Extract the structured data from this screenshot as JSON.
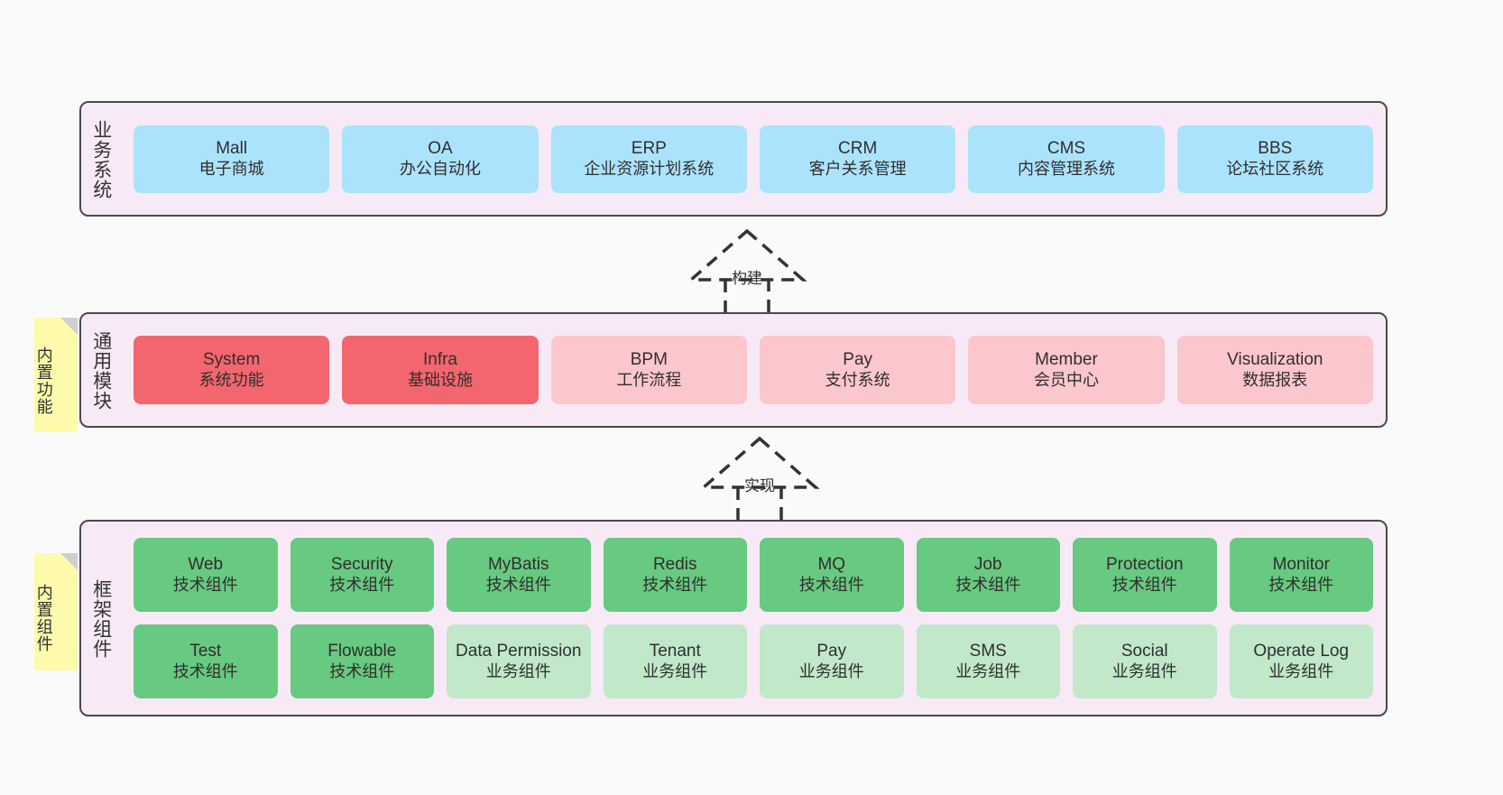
{
  "diagram": {
    "colors": {
      "panel_bg": "#f7eaf6",
      "panel_border": "#4a4a4a",
      "blue": "#ace3fc",
      "red": "#f4666f",
      "pink": "#fcc6cd",
      "green": "#68c981",
      "green_light": "#c0e8c9",
      "sticky_yellow": "#fdfbab",
      "sticky_fold": "#cfcfcf",
      "canvas_bg": "#fafafa"
    },
    "layers": [
      {
        "id": "business",
        "title": "业务系统",
        "rows": [
          {
            "cards": [
              {
                "title": "Mall",
                "sub": "电子商城",
                "color": "blue"
              },
              {
                "title": "OA",
                "sub": "办公自动化",
                "color": "blue"
              },
              {
                "title": "ERP",
                "sub": "企业资源计划系统",
                "color": "blue"
              },
              {
                "title": "CRM",
                "sub": "客户关系管理",
                "color": "blue"
              },
              {
                "title": "CMS",
                "sub": "内容管理系统",
                "color": "blue"
              },
              {
                "title": "BBS",
                "sub": "论坛社区系统",
                "color": "blue"
              }
            ]
          }
        ]
      },
      {
        "id": "common",
        "title": "通用模块",
        "sticky": "内置功能",
        "rows": [
          {
            "cards": [
              {
                "title": "System",
                "sub": "系统功能",
                "color": "red"
              },
              {
                "title": "Infra",
                "sub": "基础设施",
                "color": "red"
              },
              {
                "title": "BPM",
                "sub": "工作流程",
                "color": "pink"
              },
              {
                "title": "Pay",
                "sub": "支付系统",
                "color": "pink"
              },
              {
                "title": "Member",
                "sub": "会员中心",
                "color": "pink"
              },
              {
                "title": "Visualization",
                "sub": "数据报表",
                "color": "pink"
              }
            ]
          }
        ]
      },
      {
        "id": "framework",
        "title": "框架组件",
        "sticky": "内置组件",
        "rows": [
          {
            "cards": [
              {
                "title": "Web",
                "sub": "技术组件",
                "color": "green"
              },
              {
                "title": "Security",
                "sub": "技术组件",
                "color": "green"
              },
              {
                "title": "MyBatis",
                "sub": "技术组件",
                "color": "green"
              },
              {
                "title": "Redis",
                "sub": "技术组件",
                "color": "green"
              },
              {
                "title": "MQ",
                "sub": "技术组件",
                "color": "green"
              },
              {
                "title": "Job",
                "sub": "技术组件",
                "color": "green"
              },
              {
                "title": "Protection",
                "sub": "技术组件",
                "color": "green"
              },
              {
                "title": "Monitor",
                "sub": "技术组件",
                "color": "green"
              }
            ]
          },
          {
            "cards": [
              {
                "title": "Test",
                "sub": "技术组件",
                "color": "green"
              },
              {
                "title": "Flowable",
                "sub": "技术组件",
                "color": "green"
              },
              {
                "title": "Data Permission",
                "sub": "业务组件",
                "color": "green-light"
              },
              {
                "title": "Tenant",
                "sub": "业务组件",
                "color": "green-light"
              },
              {
                "title": "Pay",
                "sub": "业务组件",
                "color": "green-light"
              },
              {
                "title": "SMS",
                "sub": "业务组件",
                "color": "green-light"
              },
              {
                "title": "Social",
                "sub": "业务组件",
                "color": "green-light"
              },
              {
                "title": "Operate Log",
                "sub": "业务组件",
                "color": "green-light"
              }
            ]
          }
        ]
      }
    ],
    "connectors": [
      {
        "id": "build",
        "label": "构建",
        "style": "dashed-generalization",
        "from": "通用模块",
        "to": "业务系统"
      },
      {
        "id": "realize",
        "label": "实现",
        "style": "dashed-generalization",
        "from": "框架组件",
        "to": "通用模块"
      }
    ]
  }
}
